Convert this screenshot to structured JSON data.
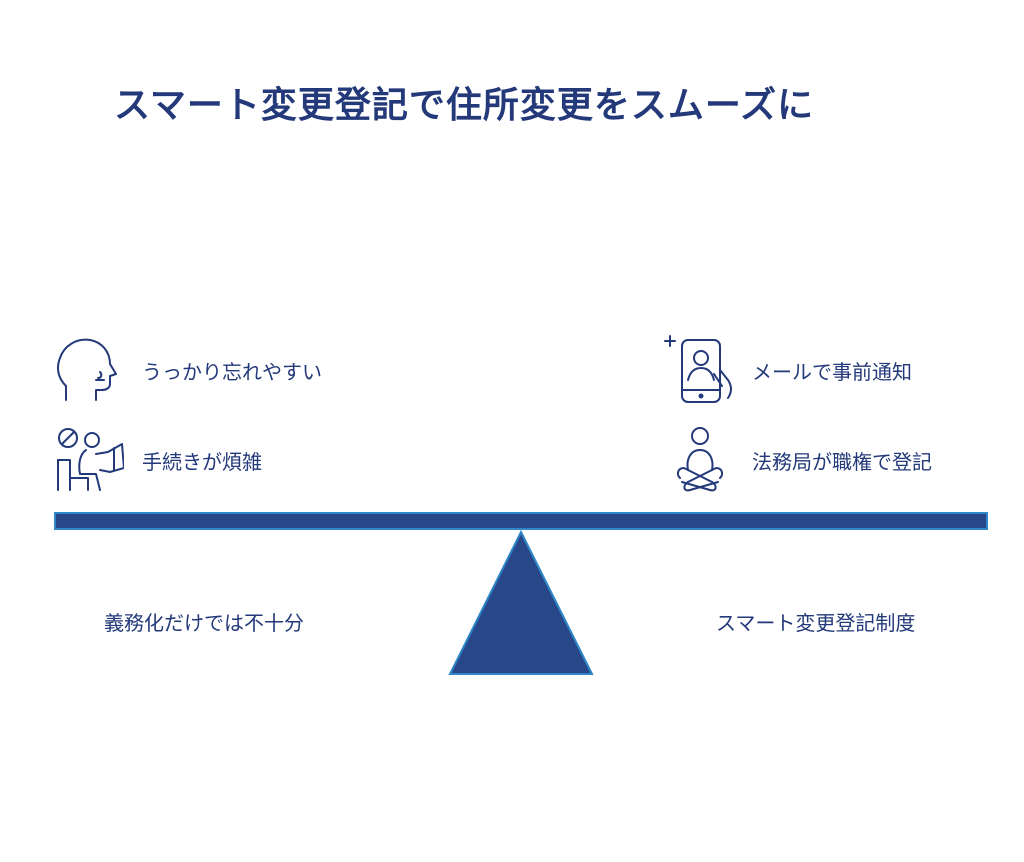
{
  "title": "スマート変更登記で住所変更をスムーズに",
  "left_side": {
    "items": [
      {
        "label": "うっかり忘れやすい",
        "icon": "forgetful-head-icon"
      },
      {
        "label": "手続きが煩雑",
        "icon": "paperwork-person-icon"
      }
    ],
    "base_label": "義務化だけでは不十分"
  },
  "right_side": {
    "items": [
      {
        "label": "メールで事前通知",
        "icon": "smartphone-notification-icon"
      },
      {
        "label": "法務局が職権で登記",
        "icon": "relaxed-person-icon"
      }
    ],
    "base_label": "スマート変更登記制度"
  },
  "colors": {
    "primary": "#23397a",
    "beam": "#284789",
    "beam_border": "#2f86c9"
  }
}
